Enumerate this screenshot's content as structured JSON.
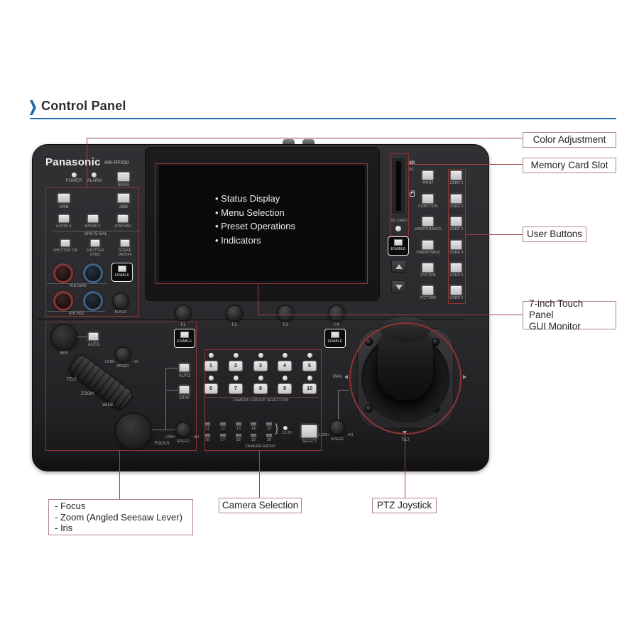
{
  "header": {
    "title": "Control Panel"
  },
  "device": {
    "brand": "Panasonic",
    "model": "AW-RP150",
    "power": "POWER",
    "alarm": "ALARM",
    "bars": "BARS",
    "awb": "AWB",
    "abb": "ABB",
    "wb_a": "A/3200 K",
    "wb_b": "B/5600 K",
    "wb_atw": "ATW/VAR",
    "white_bal": "WHITE BAL",
    "shutter_on": "SHUTTER ON",
    "shutter_sync": "SHUTTER SYNC",
    "scene": "SCENE ON/OFF",
    "enable": "ENABLE",
    "rb_gain": "R/B GAIN",
    "rb_ped": "R/B PED",
    "m_ped": "M.PED",
    "screen_bullets": [
      "Status Display",
      "Menu Selection",
      "Preset Operations",
      "Indicators"
    ],
    "sd": {
      "logo_sd": "SD",
      "logo_xc": "XC",
      "card": "SD CARD"
    },
    "menu": [
      "PAINT",
      "FUNCTION",
      "MAINTENANCE",
      "PMEM/TMEM",
      "SYSTEM",
      "PICTURE"
    ],
    "user": [
      "USER 1",
      "USER 2",
      "USER 3",
      "USER 4",
      "USER 5",
      "USER 6"
    ],
    "f_labels": [
      "F1",
      "F2",
      "F3",
      "F4"
    ],
    "optics": {
      "iris": "IRIS",
      "auto": "AUTO",
      "otaf": "OTAF",
      "focus": "FOCUS",
      "tele": "TELE",
      "zoom": "ZOOM",
      "wide": "WIDE"
    },
    "speed": {
      "label": "SPEED",
      "low": "LOW+",
      "hi": "+HI"
    },
    "camera": {
      "buttons": [
        "1",
        "2",
        "3",
        "4",
        "5",
        "6",
        "7",
        "8",
        "9",
        "10"
      ],
      "selection_label": "CAMERA / GROUP SELECTION",
      "group_numbers": [
        "11",
        "12",
        "13",
        "14",
        "15",
        "16",
        "17",
        "18",
        "19",
        "20"
      ],
      "bracket": "}",
      "range": "11-20",
      "select": "SELECT",
      "group_label": "CAMERA GROUP"
    },
    "joystick": {
      "pan": "PAN",
      "tilt": "TILT"
    }
  },
  "callouts": {
    "color_adjustment": "Color Adjustment",
    "memory_card_slot": "Memory Card Slot",
    "user_buttons": "User Buttons",
    "touch_panel_1": "7-inch Touch Panel",
    "touch_panel_2": "GUI Monitor",
    "focus_items": [
      "- Focus",
      "- Zoom (Angled Seesaw Lever)",
      "- Iris"
    ],
    "camera_selection": "Camera Selection",
    "ptz_joystick": "PTZ Joystick"
  },
  "colors": {
    "accent_blue": "#1c6bb0",
    "callout_border": "#b28686",
    "callout_line": "#9e4343",
    "highlight_red": "#8f3434"
  }
}
